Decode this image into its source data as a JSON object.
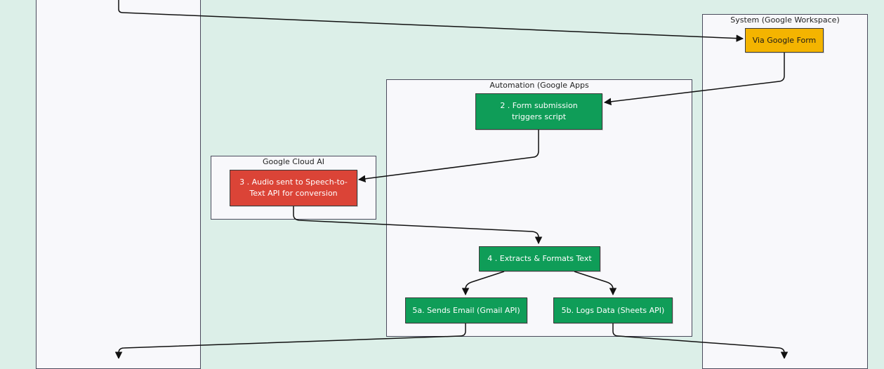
{
  "colors": {
    "green": "#0f9d58",
    "red": "#db4437",
    "yellow": "#f4b400",
    "line": "#111111"
  },
  "clusters": {
    "left": {
      "label": ""
    },
    "middle": {
      "label": ""
    },
    "workspace": {
      "label": "System (Google Workspace)"
    },
    "automation": {
      "label": "Automation (Google Apps"
    },
    "cloud_ai": {
      "label": "Google Cloud AI"
    }
  },
  "nodes": {
    "form": {
      "label": "Via Google Form",
      "color": "yellow"
    },
    "trigger": {
      "label": "2 . Form submission triggers script",
      "color": "green"
    },
    "audio": {
      "label": "3 . Audio sent to Speech-to-Text API for conversion",
      "color": "red"
    },
    "extract": {
      "label": "4 . Extracts & Formats Text",
      "color": "green"
    },
    "email": {
      "label": "5a. Sends Email (Gmail API)",
      "color": "green"
    },
    "logs": {
      "label": "5b. Logs Data (Sheets API)",
      "color": "green"
    }
  },
  "edges": [
    {
      "from": "top-left",
      "to": "form"
    },
    {
      "from": "form",
      "to": "trigger"
    },
    {
      "from": "trigger",
      "to": "audio"
    },
    {
      "from": "audio",
      "to": "extract"
    },
    {
      "from": "extract",
      "to": "email"
    },
    {
      "from": "extract",
      "to": "logs"
    },
    {
      "from": "email",
      "to": "bottom-left"
    },
    {
      "from": "logs",
      "to": "bottom-right"
    }
  ]
}
